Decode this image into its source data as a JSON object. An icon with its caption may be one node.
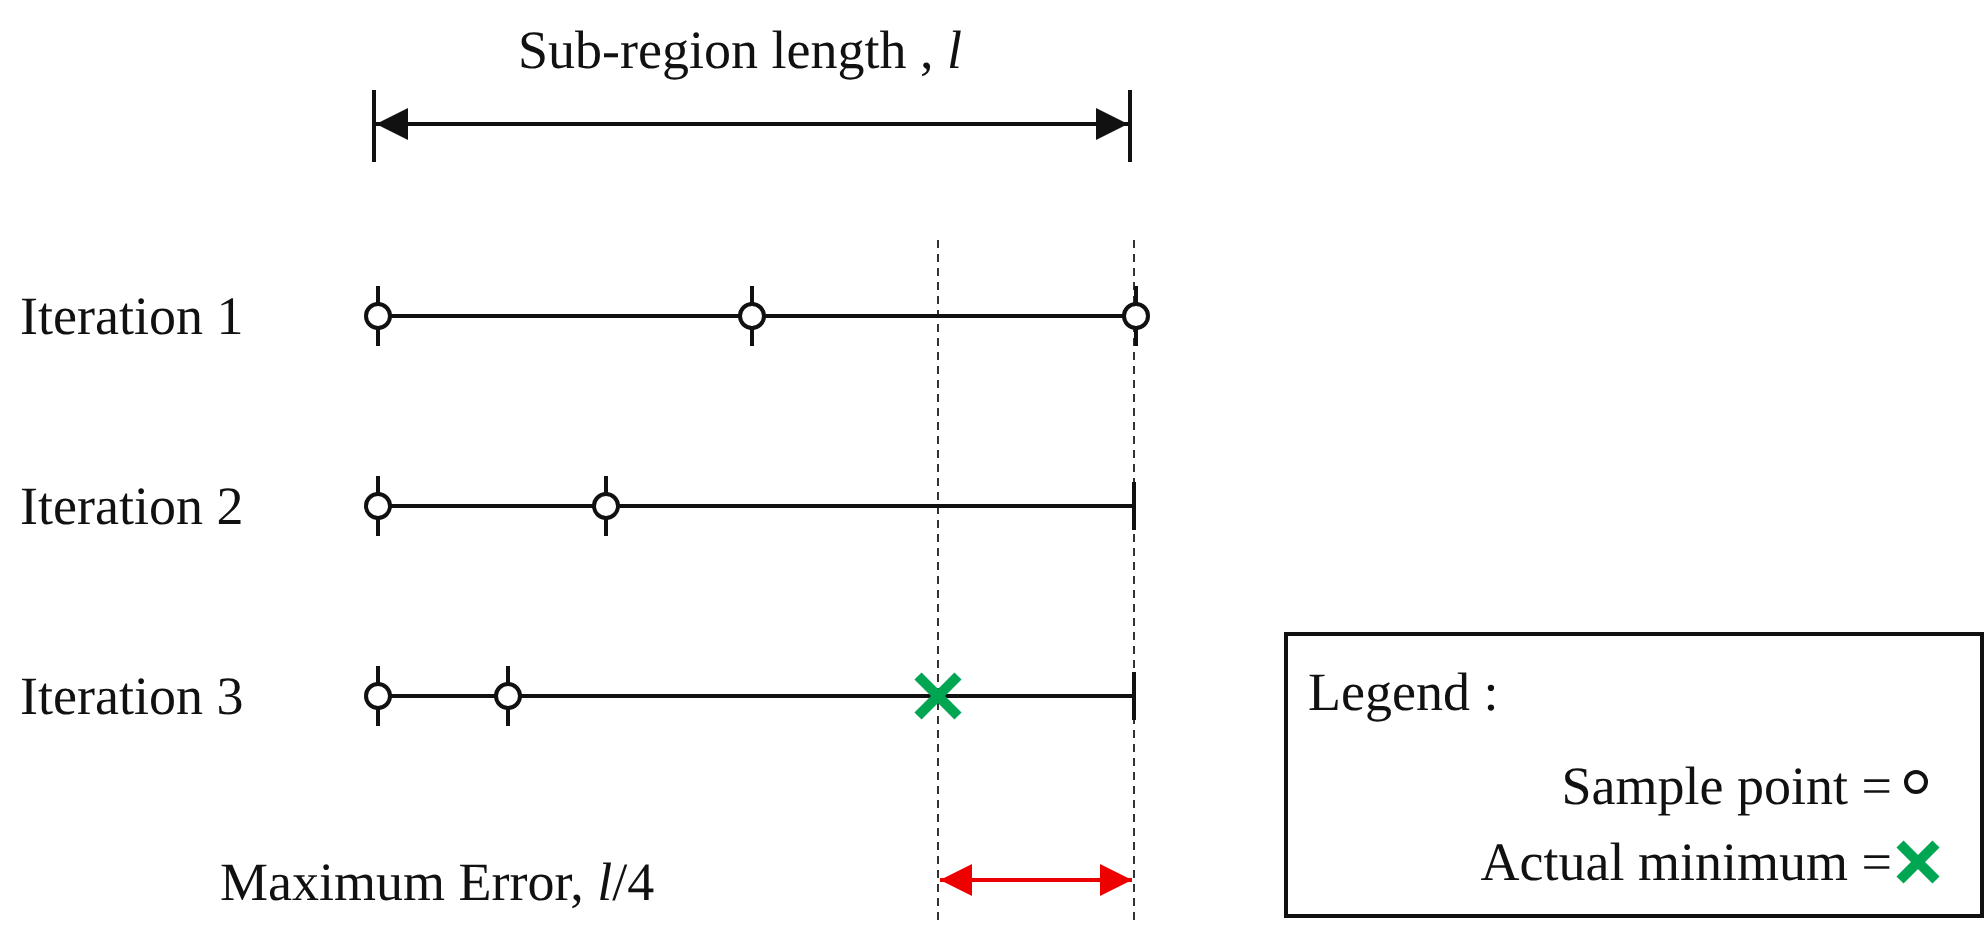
{
  "diagram": {
    "labels": [
      "Sub-region length , *l*",
      "Iteration 1",
      "Iteration 2",
      "Iteration 3",
      "Maximum Error, *l*/4",
      "Legend :"
    ],
    "legend": [
      {
        "text": "Sample point ="
      },
      {
        "text": "Actual minimum ="
      }
    ]
  }
}
